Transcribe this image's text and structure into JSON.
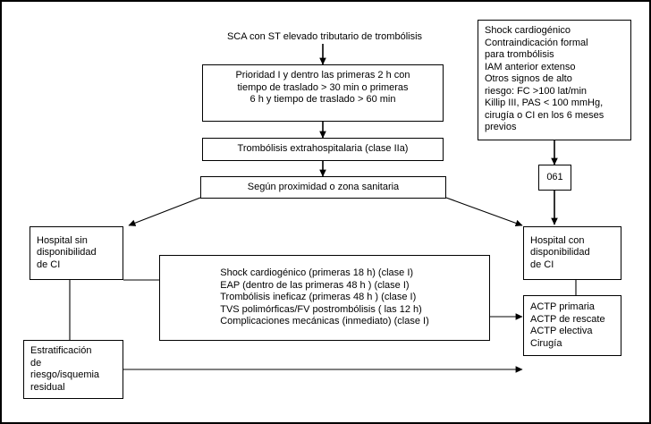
{
  "diagram": {
    "title": "SCA  con ST elevado tributario de trombólisis",
    "nodes": {
      "priority": "Prioridad I y dentro las primeras 2 h con\ntiempo de traslado > 30 min o primeras\n6 h y tiempo de traslado > 60 min",
      "thrombolysis": "Trombólisis extrahospitalaria (clase IIa)",
      "proximity": "Según proximidad o zona sanitaria",
      "contraindications": "Shock cardiogénico\nContraindicación formal\npara trombólisis\nIAM anterior extenso\nOtros signos de alto\nriesgo: FC >100 lat/min\nKillip III, PAS < 100 mmHg,\ncirugía o CI en los 6 meses\nprevios",
      "emergency_number": "061",
      "hospital_without_ci": "Hospital sin\ndisponibilidad\nde CI",
      "hospital_with_ci": "Hospital con\ndisponibilidad\nde CI",
      "indications": "Shock cardiogénico (primeras 18 h) (clase I)\nEAP (dentro de las primeras 48 h ) (clase I)\nTrombólisis ineficaz (primeras 48 h ) (clase I)\nTVS polimórficas/FV postrombólisis ( las 12 h)\nComplicaciones mecánicas (inmediato) (clase I)",
      "actp": "ACTP primaria\nACTP de rescate\nACTP electiva\nCirugía",
      "stratification": "Estratificación\nde\nriesgo/isquemia\nresidual"
    },
    "colors": {
      "stroke": "#000000",
      "background": "#ffffff",
      "text": "#000000"
    }
  }
}
